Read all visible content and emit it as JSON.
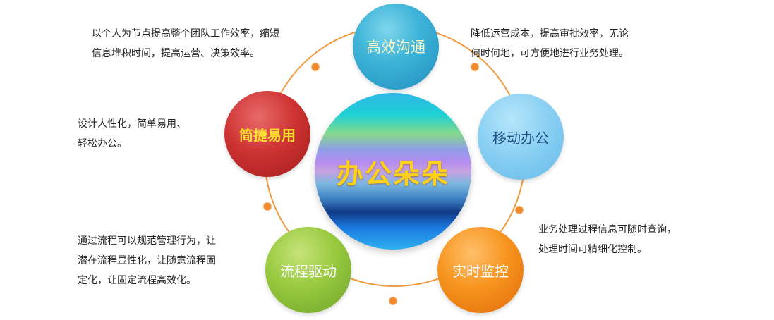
{
  "center": {
    "label": "办公朵朵"
  },
  "nodes": {
    "top": {
      "label": "高效沟通"
    },
    "right": {
      "label": "移动办公"
    },
    "left": {
      "label": "简捷易用"
    },
    "bottom_left": {
      "label": "流程驱动"
    },
    "bottom_right": {
      "label": "实时监控"
    }
  },
  "descriptions": {
    "top_left": [
      "以个人为节点提高整个团队工作效率，缩短",
      "信息堆积时间，提高运营、决策效率。"
    ],
    "top_right": [
      "降低运营成本，提高审批效率，无论",
      "何时何地，可方便地进行业务处理。"
    ],
    "middle_left": [
      "设计人性化，简单易用、",
      "轻松办公。"
    ],
    "bottom_left": [
      "通过流程可以规范管理行为，让",
      "潜在流程显性化，让随意流程固",
      "定化，让固定流程高效化。"
    ],
    "bottom_right": [
      "业务处理过程信息可随时查询，",
      "处理时间可精细化控制。"
    ]
  },
  "colors": {
    "ring": "#f29a3f",
    "center_text": "#ffd21a",
    "top": "#3fb4d8",
    "right": "#8ad0f3",
    "left": "#cf3333",
    "bottom_left": "#98c93e",
    "bottom_right": "#f7941e"
  }
}
